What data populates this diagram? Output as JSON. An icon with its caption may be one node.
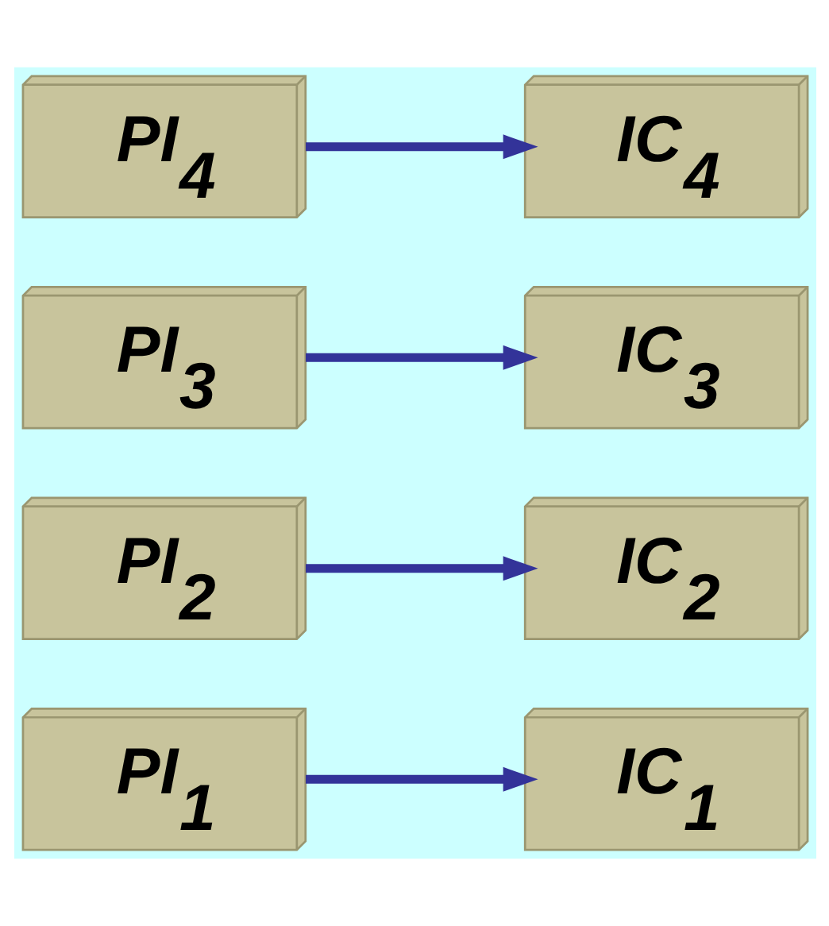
{
  "diagram": {
    "nodes": [
      {
        "text": [
          "PI$_{1}$"
        ]
      },
      {
        "text": [
          "IC$_{1}$"
        ]
      },
      {
        "text": [
          "PI$_{2}$"
        ]
      },
      {
        "text": [
          "IC$_{2}$"
        ]
      },
      {
        "text": [
          "PI$_{3}$"
        ]
      },
      {
        "text": [
          "IC$_{3}$"
        ]
      },
      {
        "text": [
          "PI$_{4}$"
        ]
      },
      {
        "text": [
          "IC$_{4}$"
        ]
      }
    ],
    "edges": [
      {
        "from": 0,
        "to": 1,
        "arrow": "to"
      },
      {
        "from": 2,
        "to": 3,
        "arrow": "to"
      },
      {
        "from": 4,
        "to": 5,
        "arrow": "to"
      },
      {
        "from": 6,
        "to": 7,
        "arrow": "to"
      }
    ]
  }
}
